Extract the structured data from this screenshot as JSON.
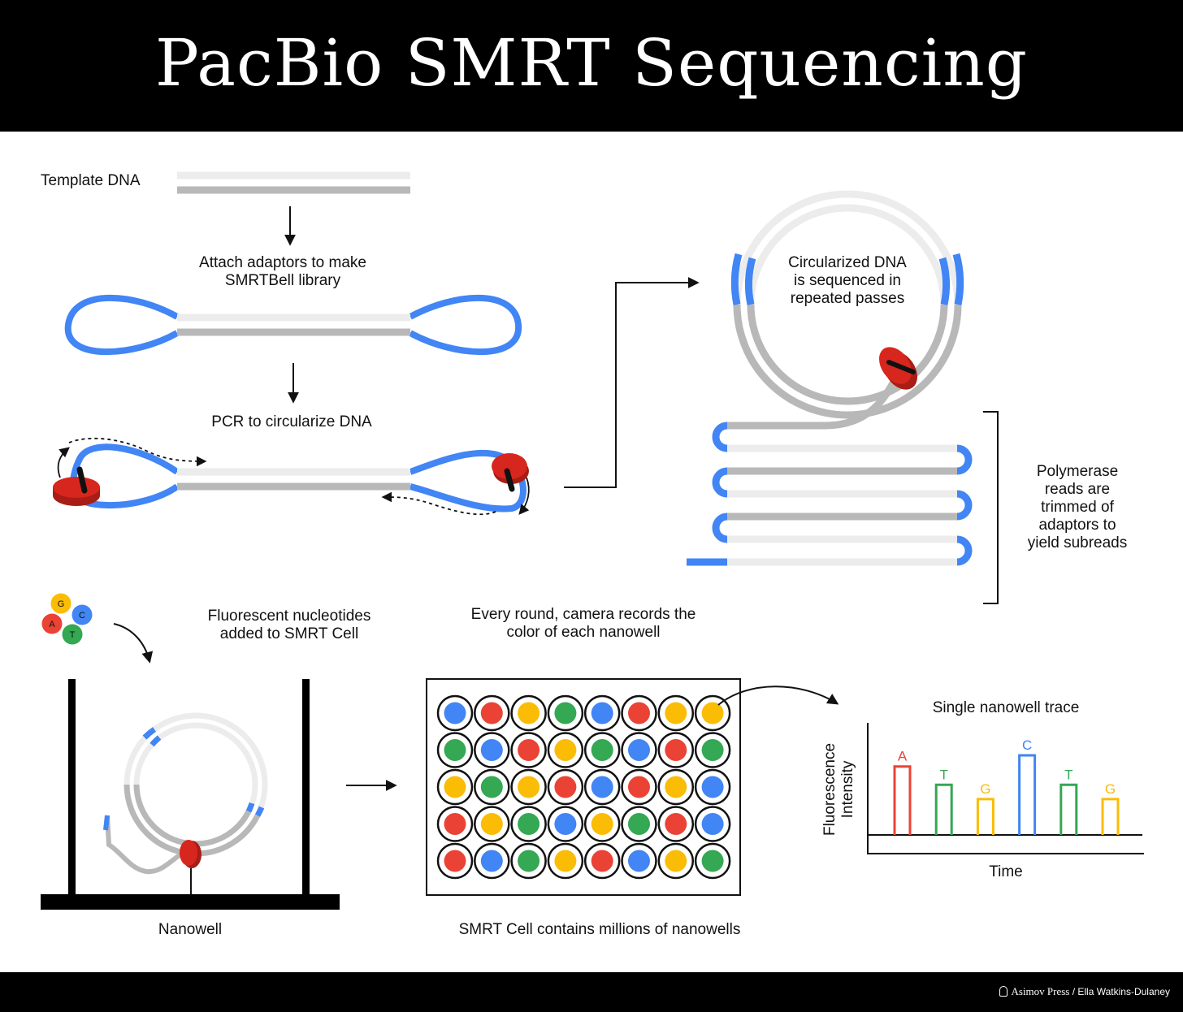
{
  "title": "PacBio SMRT Sequencing",
  "labels": {
    "template_dna": "Template DNA",
    "attach_adaptors": "Attach adaptors to make\nSMRTBell library",
    "pcr": "PCR to circularize DNA",
    "circularized": "Circularized DNA\nis sequenced in\nrepeated passes",
    "polymerase_reads": "Polymerase\nreads are\ntrimmed of\nadaptors to\nyield subreads",
    "fluorescent": "Fluorescent nucleotides\nadded to SMRT Cell",
    "every_round": "Every round, camera records the\ncolor of each nanowell",
    "nanowell": "Nanowell",
    "smrt_cell": "SMRT Cell contains millions of nanowells",
    "trace_title": "Single nanowell trace",
    "y_axis": "Fluorescence\nIntensity",
    "x_axis": "Time"
  },
  "nucleotides": [
    {
      "letter": "G",
      "color": "#FBBC05"
    },
    {
      "letter": "C",
      "color": "#4285F4"
    },
    {
      "letter": "A",
      "color": "#EA4335"
    },
    {
      "letter": "T",
      "color": "#34A853"
    }
  ],
  "colors": {
    "blue": "#4285F4",
    "red": "#EA4335",
    "yellow": "#FBBC05",
    "green": "#34A853",
    "strand_light": "#ECECEC",
    "strand_dark": "#B8B8B8",
    "polymerase": "#D7261E"
  },
  "nanowell_grid": [
    [
      "blue",
      "red",
      "yellow",
      "green",
      "blue",
      "red",
      "yellow",
      "yellow"
    ],
    [
      "green",
      "blue",
      "red",
      "yellow",
      "green",
      "blue",
      "red",
      "green"
    ],
    [
      "yellow",
      "green",
      "yellow",
      "red",
      "blue",
      "red",
      "yellow",
      "blue"
    ],
    [
      "red",
      "yellow",
      "green",
      "blue",
      "yellow",
      "green",
      "red",
      "blue"
    ],
    [
      "red",
      "blue",
      "green",
      "yellow",
      "red",
      "blue",
      "yellow",
      "green"
    ]
  ],
  "chart_data": {
    "type": "bar",
    "title": "Single nanowell trace",
    "xlabel": "Time",
    "ylabel": "Fluorescence Intensity",
    "categories": [
      "A",
      "T",
      "G",
      "C",
      "T",
      "G"
    ],
    "values": [
      0.86,
      0.63,
      0.45,
      1.0,
      0.63,
      0.45
    ],
    "colors": [
      "#EA4335",
      "#34A853",
      "#FBBC05",
      "#4285F4",
      "#34A853",
      "#FBBC05"
    ]
  },
  "credit": {
    "press": "Asimov Press",
    "separator": " / ",
    "author": "Ella Watkins-Dulaney"
  }
}
